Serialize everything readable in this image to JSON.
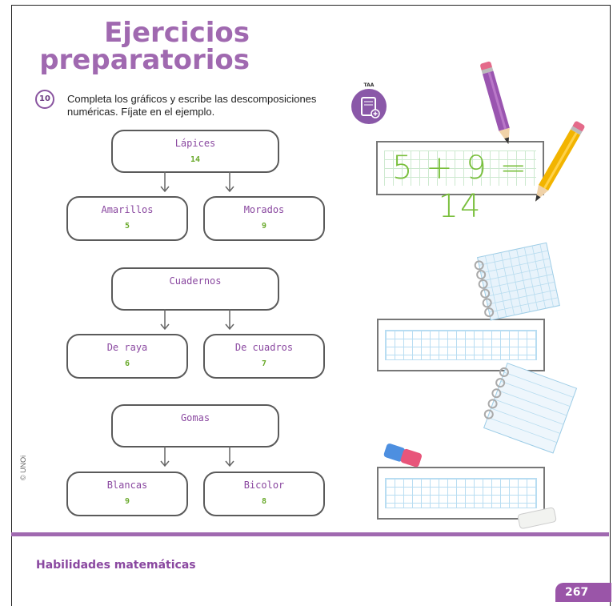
{
  "header": {
    "title_line1": "Ejercicios",
    "title_line2": "preparatorios"
  },
  "exercise": {
    "number": "10",
    "instruction": "Completa los gráficos y escribe las descomposiciones numéricas. Fíjate en el ejemplo.",
    "resource_badge": "TAA"
  },
  "diagrams": [
    {
      "top_label": "Lápices",
      "top_value": "14",
      "left_label": "Amarillos",
      "left_value": "5",
      "right_label": "Morados",
      "right_value": "9"
    },
    {
      "top_label": "Cuadernos",
      "top_value": "",
      "left_label": "De raya",
      "left_value": "6",
      "right_label": "De cuadros",
      "right_value": "7"
    },
    {
      "top_label": "Gomas",
      "top_value": "",
      "left_label": "Blancas",
      "left_value": "9",
      "right_label": "Bicolor",
      "right_value": "8"
    }
  ],
  "example_equation": "5 + 9 = 14",
  "footer": {
    "section": "Habilidades matemáticas",
    "page_number": "267",
    "copyright": "© UNOi"
  },
  "colors": {
    "accent_purple": "#a069b0",
    "answer_green": "#6aaa2c",
    "label_purple": "#8a48a0"
  },
  "icons": [
    "pencil-purple",
    "pencil-yellow",
    "notebook-lined",
    "notebook-grid",
    "eraser-pink-blue",
    "eraser-white",
    "tablet-icon"
  ]
}
